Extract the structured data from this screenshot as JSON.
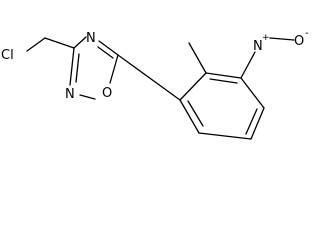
{
  "diagram": {
    "type": "chemical-structure",
    "atom_labels": {
      "chlorine": "Cl",
      "ring_nitrogen_top": "N",
      "ring_nitrogen_bottom": "N",
      "ring_oxygen": "O",
      "nitro_nitrogen": "N",
      "nitro_charge_plus": "+",
      "nitro_oxygen": "O",
      "nitro_charge_minus": "-"
    },
    "colors": {
      "bonds": "#000000",
      "labels": "#000000",
      "background": "#ffffff"
    }
  }
}
